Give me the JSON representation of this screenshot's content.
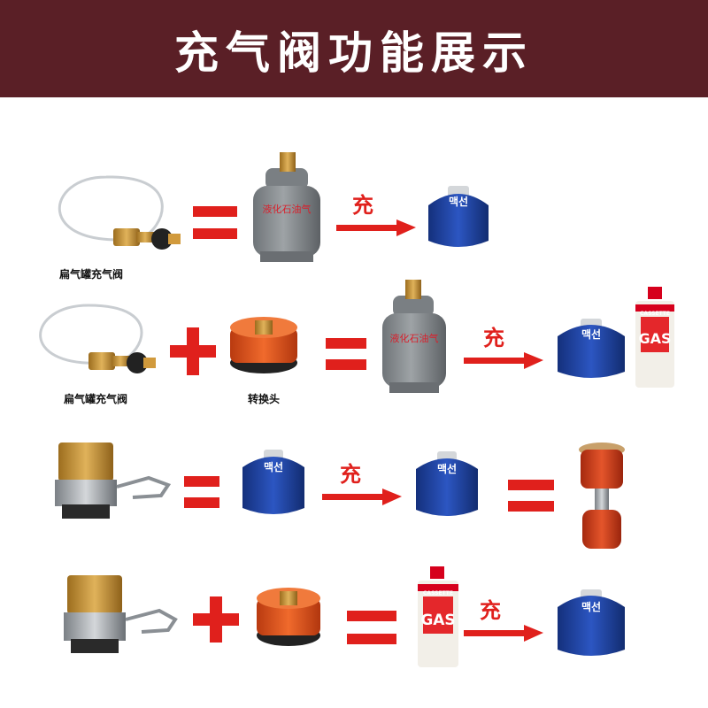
{
  "header": {
    "title": "充气阀功能展示"
  },
  "rows": [
    {
      "label_1": "扁气罐充气阀",
      "fill_label": "充",
      "cylinder_text": "液化石油气",
      "canister_brand": "맥선"
    },
    {
      "label_1": "扁气罐充气阀",
      "label_2": "转换头",
      "fill_label": "充",
      "cylinder_text": "液化石油气",
      "canister_brand": "맥선",
      "gas_top": "CASSETTE",
      "gas_big": "GAS"
    },
    {
      "fill_label": "充",
      "canister_brand": "맥선"
    },
    {
      "fill_label": "充",
      "canister_brand": "맥선",
      "gas_top": "CASSETTE",
      "gas_big": "GAS"
    }
  ],
  "colors": {
    "header_bg": "#5a1f26",
    "accent_red": "#e0201c",
    "canister_blue": "#1f3f9a",
    "adapter_orange": "#e4501e",
    "brass": "#c99a3c"
  }
}
